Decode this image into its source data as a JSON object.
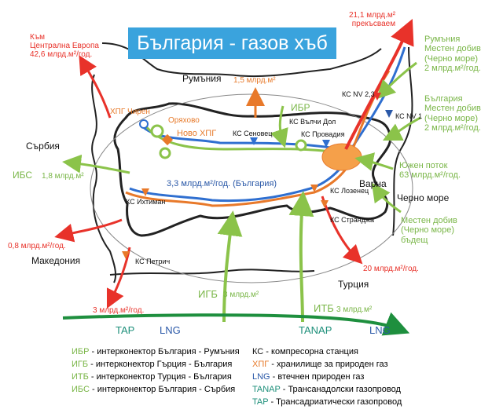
{
  "title": "България - газов хъб",
  "countries": {
    "romania": "Румъния",
    "serbia": "Сърбия",
    "macedonia": "Македония",
    "turkey": "Турция",
    "black_sea": "Черно море",
    "varna": "Варна"
  },
  "labels": {
    "to_europe": "Към\nЦентрална Европа\n42,6 млрд.м²/год.",
    "stop_flow": "21,1 млрд.м²\nпрекъсваем",
    "romania_local": "Румъния\nМестен добив\n(Черно море)\n2 млрд.м²/год.",
    "bulgaria_local": "България\nМестен добив\n(Черно море)\n2 млрд.м²/год.",
    "south_stream": "Южен поток\n63 млрд.м²/год.",
    "future_local": "Местен добив\n(Черно море)\nбъдещ",
    "romania_flow": "1,5 млрд.м²",
    "ibr": "ИБР",
    "hpg_chiren": "ХПГ Чирен",
    "oryahovo": "Оряхово",
    "novo_hpg": "Ново ХПГ",
    "ks_senovets": "КС Сеновец",
    "ks_valchi_dol": "КС Вълчи Дол",
    "ks_provadia": "КС Провадия",
    "ks_nv23": "КС NV 2,3",
    "ks_nv1": "КС NV 1",
    "ks_lozenets": "КС Лозенец",
    "ks_strandzha": "КС Странджа",
    "ks_ihtiman": "КС Ихтиман",
    "ks_petrich": "КС Петрич",
    "domestic": "3,3 млрд.м²/год. (България)",
    "ibs": "ИБС",
    "ibs_flow": "1,8 млрд.м²",
    "macedonia_flow": "0,8 млрд.м²/год.",
    "greece_flow": "3 млрд.м²/год.",
    "turkey_flow": "20 млрд.м²/год.",
    "igb": "ИГБ",
    "igb_flow": "3 млрд.м²",
    "itb": "ИТБ",
    "itb_flow": "3 млрд.м²",
    "tap": "TAP",
    "lng1": "LNG",
    "tanap": "TANAP",
    "lng2": "LNG"
  },
  "legend": [
    {
      "abbr": "ИБР",
      "text": " - интерконектор България - Румъния"
    },
    {
      "abbr": "ИГБ",
      "text": " - интерконектор Гърция - България"
    },
    {
      "abbr": "ИТБ",
      "text": " - интерконектор Турция - България"
    },
    {
      "abbr": "ИБС",
      "text": " - интерконектор България - Сърбия"
    },
    {
      "abbr": "КС",
      "text": " - компресорна станция"
    },
    {
      "abbr": "ХПГ",
      "text": " - хранилище за природен газ"
    },
    {
      "abbr": "LNG",
      "text": " - втечнен природен газ"
    },
    {
      "abbr": "TANAP",
      "text": " - Трансанадолски газопровод"
    },
    {
      "abbr": "TAP",
      "text": " - Трансадриатически газопровод"
    }
  ],
  "colors": {
    "title_bg": "#3aa3dd",
    "pipeline_blue": "#2f6fd0",
    "pipeline_orange": "#e8792a",
    "pipeline_green": "#8bc34a",
    "arrow_red": "#e8322a",
    "border": "#222222",
    "tap_green": "#1e8f3e"
  }
}
